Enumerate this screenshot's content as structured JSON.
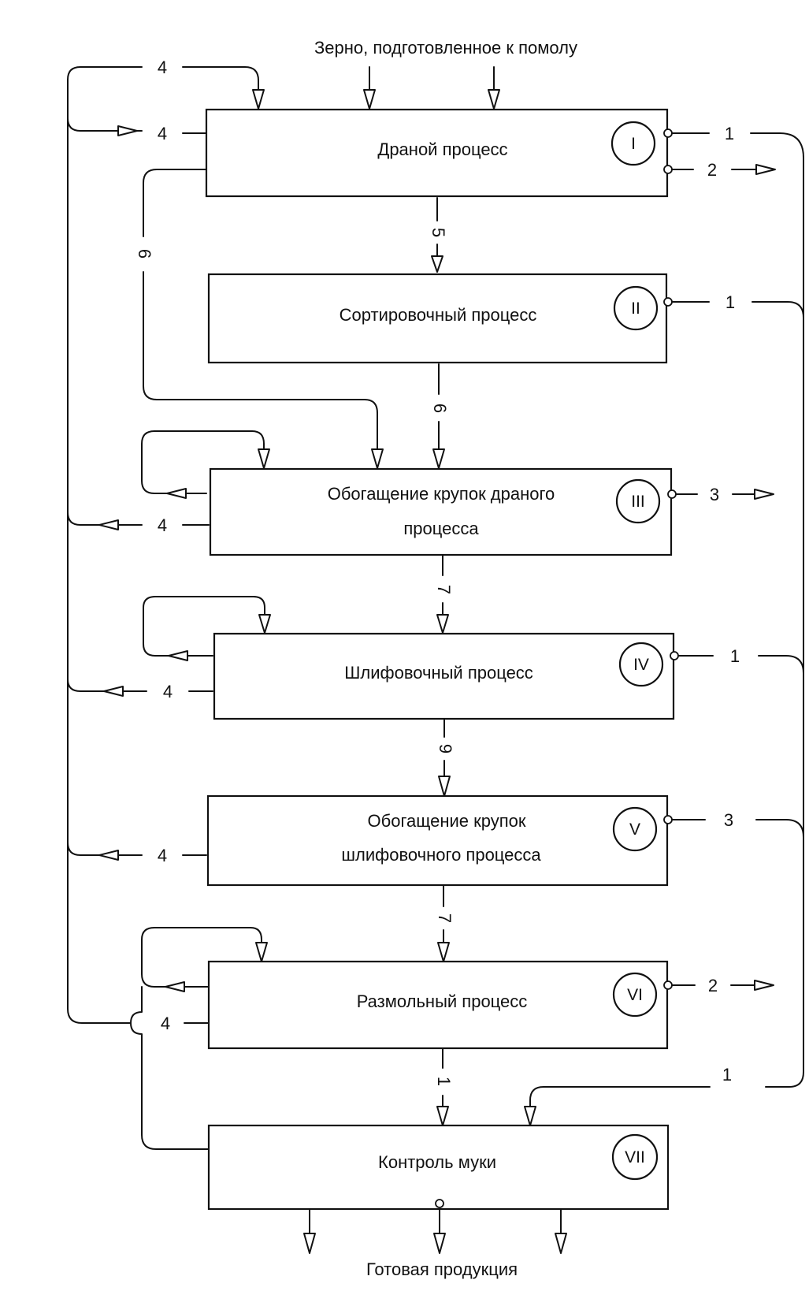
{
  "input_label": "Зерно, подготовленное к помолу",
  "output_label": "Готовая продукция",
  "stages": [
    {
      "roman": "I",
      "lines": [
        "Драной процесс"
      ]
    },
    {
      "roman": "II",
      "lines": [
        "Сортировочный процесс"
      ]
    },
    {
      "roman": "III",
      "lines": [
        "Обогащение крупок драного",
        "процесса"
      ]
    },
    {
      "roman": "IV",
      "lines": [
        "Шлифовочный процесс"
      ]
    },
    {
      "roman": "V",
      "lines": [
        "Обогащение крупок",
        "шлифовочного процесса"
      ]
    },
    {
      "roman": "VI",
      "lines": [
        "Размольный процесс"
      ]
    },
    {
      "roman": "VII",
      "lines": [
        "Контроль муки"
      ]
    }
  ],
  "flows": {
    "top_recycle": "4",
    "stage1_left": "4",
    "stage1_right_a": "1",
    "stage1_right_b": "2",
    "stage1_to_2": "5",
    "stage1_to_3": "6",
    "stage2_right": "1",
    "stage2_to_3": "6",
    "stage3_left": "4",
    "stage3_right": "3",
    "stage3_to_4": "7",
    "stage4_left": "4",
    "stage4_right": "1",
    "stage4_to_5": "9",
    "stage5_left": "4",
    "stage5_right": "3",
    "stage5_to_6": "7",
    "stage6_left": "4",
    "stage6_right": "2",
    "stage6_to_7": "1",
    "stage7_in": "1"
  }
}
